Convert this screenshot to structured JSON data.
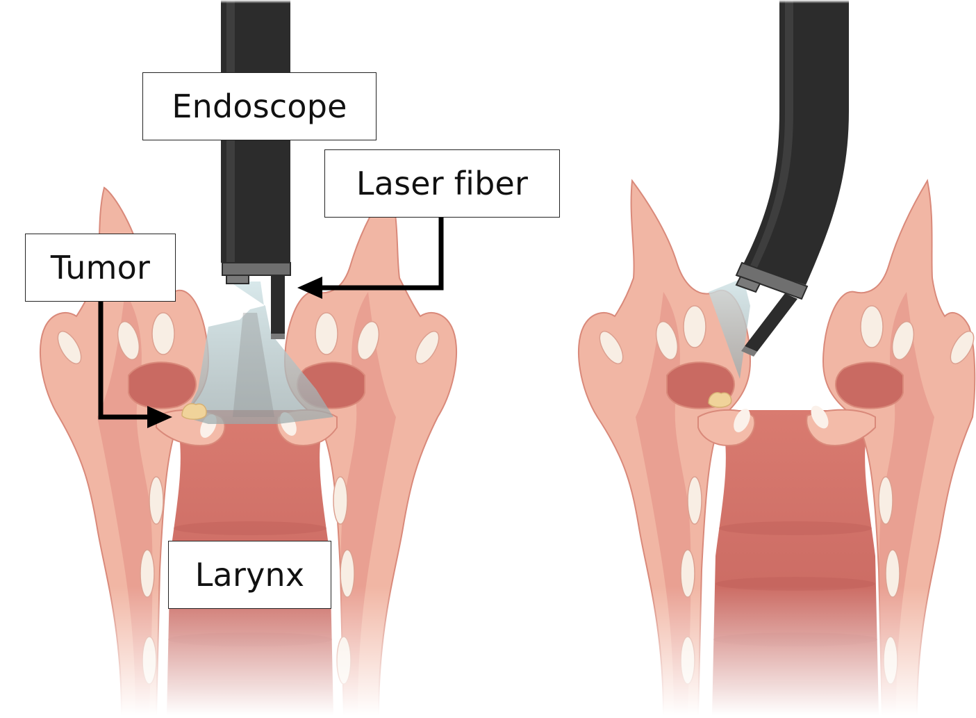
{
  "labels": {
    "endoscope": "Endoscope",
    "laser_fiber": "Laser fiber",
    "tumor": "Tumor",
    "larynx": "Larynx"
  },
  "colors": {
    "tissue_light": "#f2b8a6",
    "tissue_mid": "#e39a88",
    "tissue_dark": "#cc6f66",
    "lumen": "#c86a62",
    "lumen_dark": "#b55a55",
    "cartilage": "#f8eee4",
    "scope": "#2c2c2c",
    "scope_ring": "#6f6f6f",
    "light_beam": "#9fb8bc",
    "tumor": "#f0d39a",
    "arrow": "#000000"
  }
}
